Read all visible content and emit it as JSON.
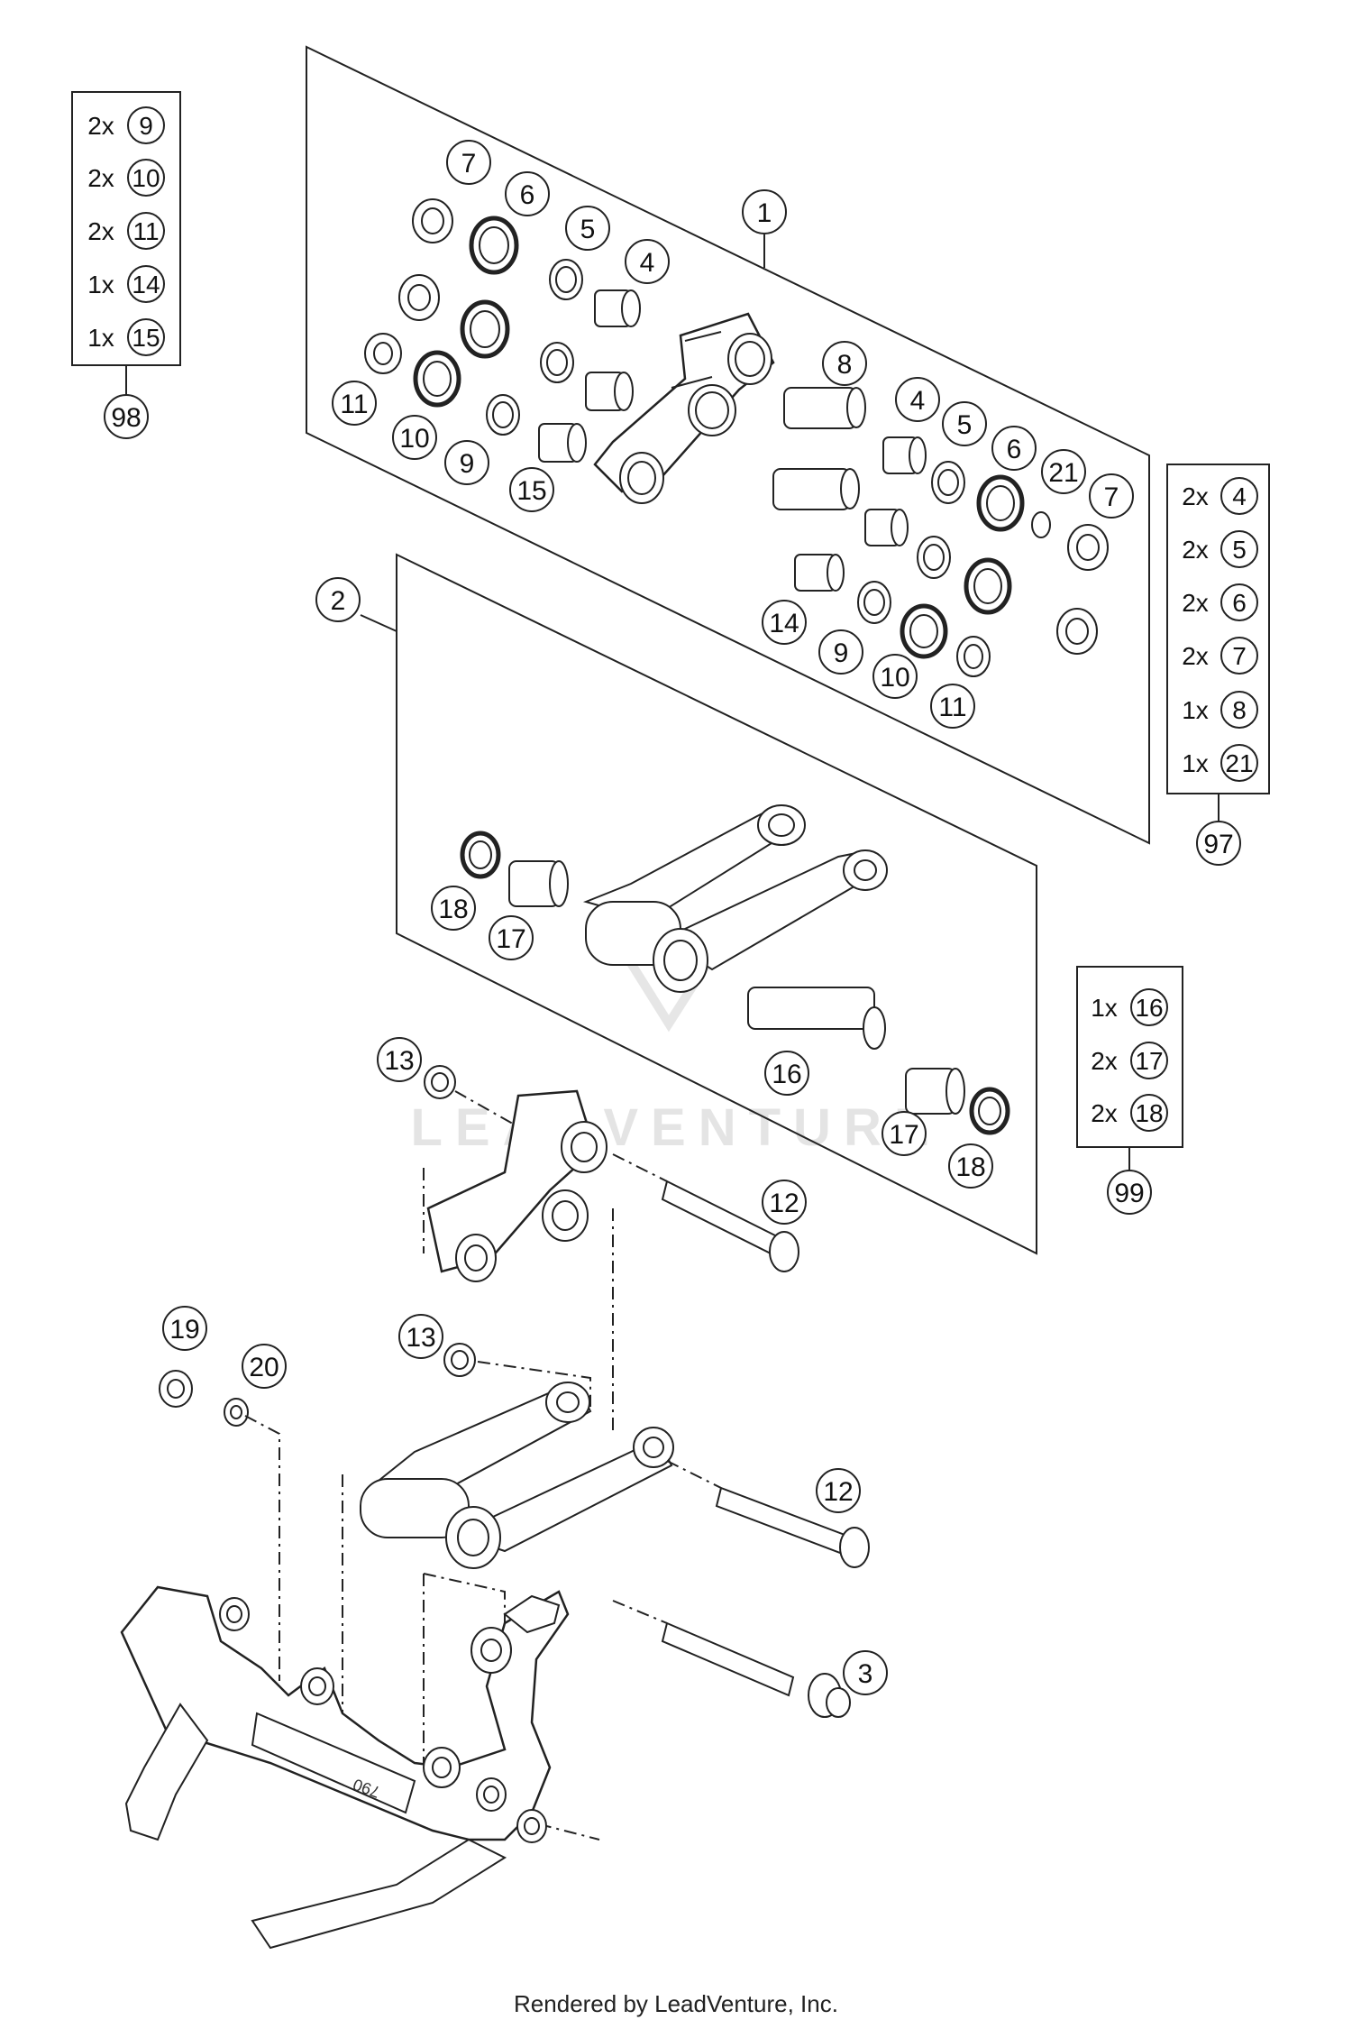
{
  "callouts": [
    {
      "id": "c1",
      "text": "1"
    },
    {
      "id": "c2",
      "text": "2"
    },
    {
      "id": "c3",
      "text": "3"
    },
    {
      "id": "c4a",
      "text": "4"
    },
    {
      "id": "c4b",
      "text": "4"
    },
    {
      "id": "c5a",
      "text": "5"
    },
    {
      "id": "c5b",
      "text": "5"
    },
    {
      "id": "c6a",
      "text": "6"
    },
    {
      "id": "c6b",
      "text": "6"
    },
    {
      "id": "c7a",
      "text": "7"
    },
    {
      "id": "c7b",
      "text": "7"
    },
    {
      "id": "c8",
      "text": "8"
    },
    {
      "id": "c9a",
      "text": "9"
    },
    {
      "id": "c9b",
      "text": "9"
    },
    {
      "id": "c10a",
      "text": "10"
    },
    {
      "id": "c10b",
      "text": "10"
    },
    {
      "id": "c11a",
      "text": "11"
    },
    {
      "id": "c11b",
      "text": "11"
    },
    {
      "id": "c12a",
      "text": "12"
    },
    {
      "id": "c12b",
      "text": "12"
    },
    {
      "id": "c13a",
      "text": "13"
    },
    {
      "id": "c13b",
      "text": "13"
    },
    {
      "id": "c14",
      "text": "14"
    },
    {
      "id": "c15",
      "text": "15"
    },
    {
      "id": "c16",
      "text": "16"
    },
    {
      "id": "c17a",
      "text": "17"
    },
    {
      "id": "c17b",
      "text": "17"
    },
    {
      "id": "c18a",
      "text": "18"
    },
    {
      "id": "c18b",
      "text": "18"
    },
    {
      "id": "c19",
      "text": "19"
    },
    {
      "id": "c20",
      "text": "20"
    },
    {
      "id": "c21",
      "text": "21"
    }
  ],
  "kits": [
    {
      "id": "98",
      "label": "98",
      "rows": [
        {
          "qty": "2x",
          "part": "9"
        },
        {
          "qty": "2x",
          "part": "10"
        },
        {
          "qty": "2x",
          "part": "11"
        },
        {
          "qty": "1x",
          "part": "14"
        },
        {
          "qty": "1x",
          "part": "15"
        }
      ]
    },
    {
      "id": "97",
      "label": "97",
      "rows": [
        {
          "qty": "2x",
          "part": "4"
        },
        {
          "qty": "2x",
          "part": "5"
        },
        {
          "qty": "2x",
          "part": "6"
        },
        {
          "qty": "2x",
          "part": "7"
        },
        {
          "qty": "1x",
          "part": "8"
        },
        {
          "qty": "1x",
          "part": "21"
        }
      ]
    },
    {
      "id": "99",
      "label": "99",
      "rows": [
        {
          "qty": "1x",
          "part": "16"
        },
        {
          "qty": "2x",
          "part": "17"
        },
        {
          "qty": "2x",
          "part": "18"
        }
      ]
    }
  ],
  "watermark": "LEADVENTURE",
  "footer": "Rendered by LeadVenture, Inc."
}
